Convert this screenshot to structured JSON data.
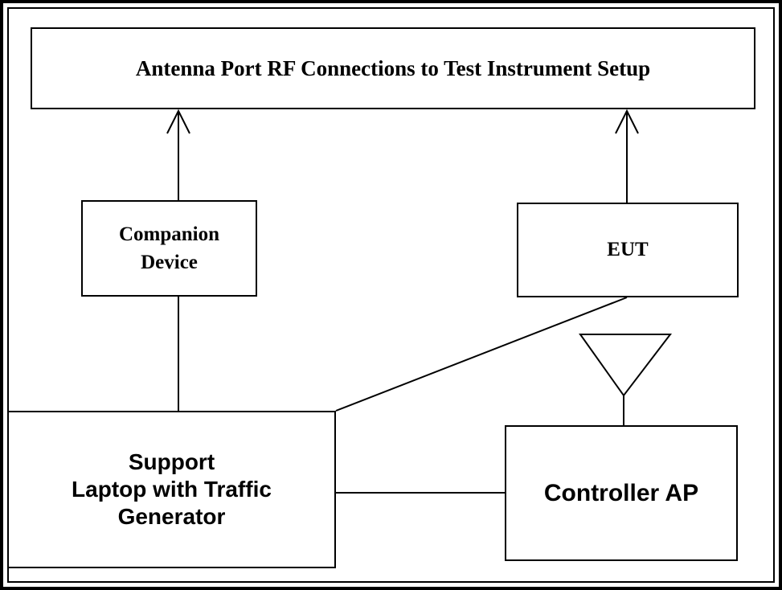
{
  "diagram": {
    "title": "Antenna Port RF Connections to Test Instrument Setup",
    "nodes": {
      "companion": "Companion\nDevice",
      "eut": "EUT",
      "laptop": "Support\nLaptop with Traffic\nGenerator",
      "controller": "Controller AP"
    },
    "connections": [
      {
        "from": "companion",
        "to": "title",
        "type": "arrow"
      },
      {
        "from": "eut",
        "to": "title",
        "type": "arrow"
      },
      {
        "from": "companion",
        "to": "laptop",
        "type": "line"
      },
      {
        "from": "eut",
        "to": "laptop",
        "type": "line"
      },
      {
        "from": "laptop",
        "to": "controller",
        "type": "line"
      },
      {
        "from": "controller",
        "to": "antenna",
        "type": "line"
      }
    ],
    "icons": [
      "antenna-icon"
    ]
  }
}
